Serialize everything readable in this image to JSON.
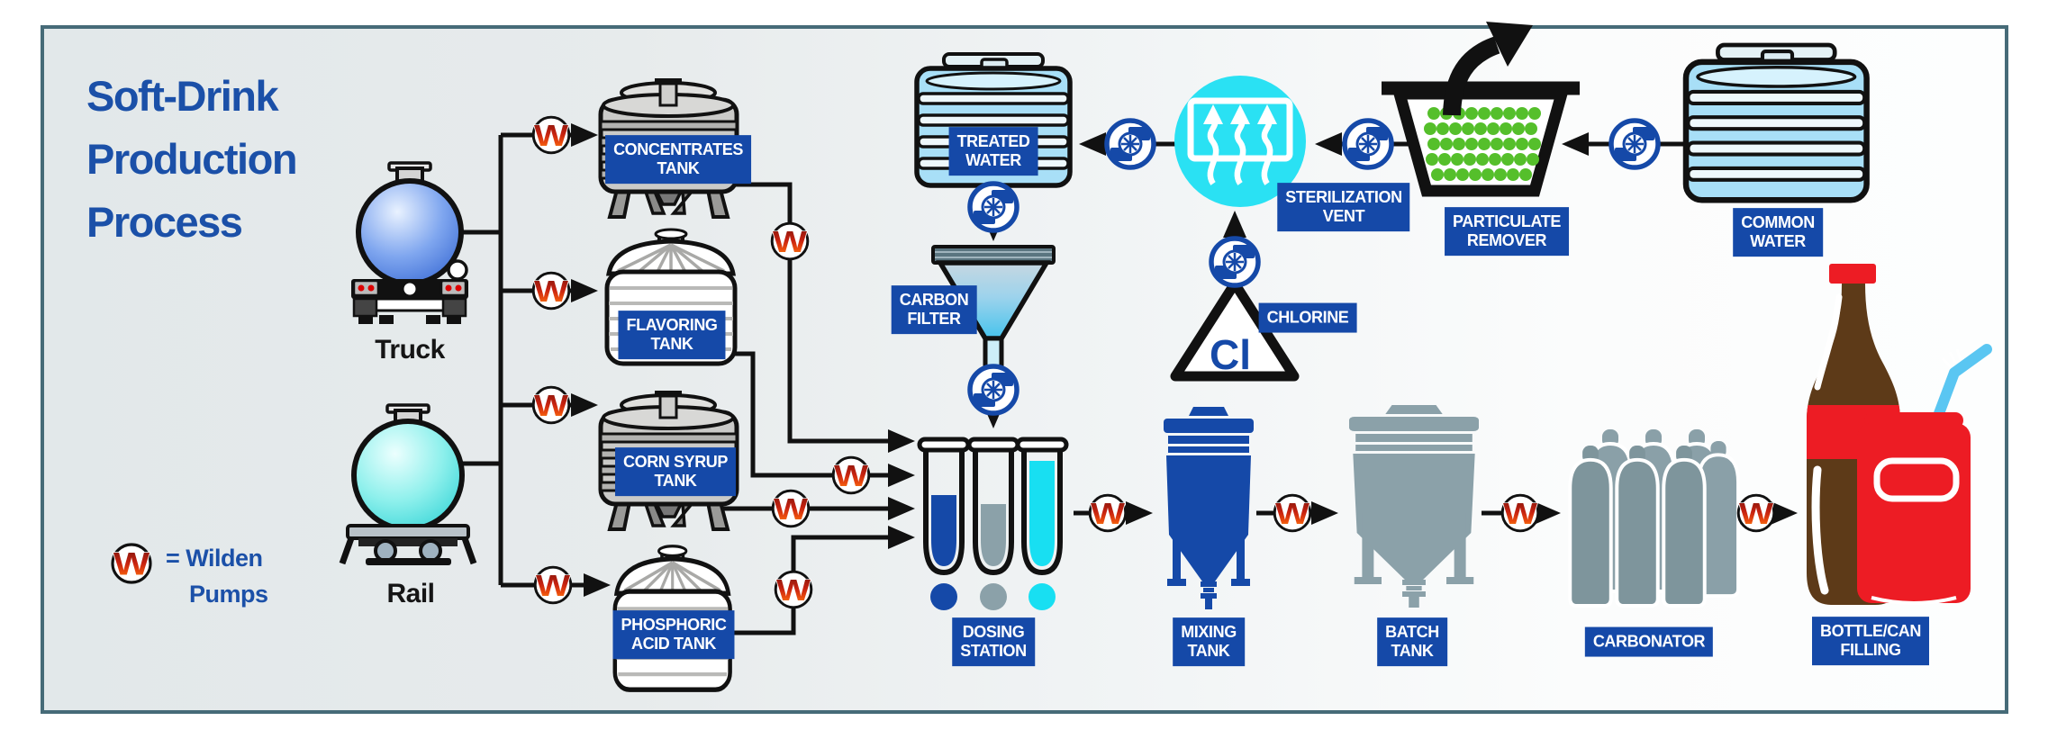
{
  "title": {
    "line1": "Soft-Drink",
    "line2": "Production",
    "line3": "Process"
  },
  "legend": {
    "symbol_letter": "W",
    "equals_text": "= Wilden",
    "pumps_text": "Pumps"
  },
  "sources": {
    "truck_label": "Truck",
    "rail_label": "Rail"
  },
  "labels": {
    "concentrates_tank": "CONCENTRATES\nTANK",
    "flavoring_tank": "FLAVORING\nTANK",
    "corn_syrup_tank": "CORN SYRUP\nTANK",
    "phosphoric_acid_tank": "PHOSPHORIC\nACID TANK",
    "treated_water": "TREATED\nWATER",
    "carbon_filter": "CARBON\nFILTER",
    "sterilization_vent": "STERILIZATION\nVENT",
    "chlorine": "CHLORINE",
    "chlorine_symbol": "Cl",
    "particulate_remover": "PARTICULATE\nREMOVER",
    "common_water": "COMMON\nWATER",
    "dosing_station": "DOSING\nSTATION",
    "mixing_tank": "MIXING\nTANK",
    "batch_tank": "BATCH\nTANK",
    "carbonator": "CARBONATOR",
    "bottle_can_filling": "BOTTLE/CAN\nFILLING"
  },
  "colors": {
    "badge_blue": "#1549a8",
    "title_blue": "#1b50a8",
    "frame_border": "#466b78",
    "wilden_red_top": "#7c150c",
    "wilden_orange_bottom": "#fb9a1e",
    "cyan_vent": "#2ae1f3",
    "green_particles": "#55bf2b",
    "mixing_blue": "#1549a8",
    "batch_gray": "#8ba1a9",
    "carbonator_gray": "#7e959c",
    "bottle_brown": "#5d3a18",
    "can_red": "#ed1c24",
    "straw_blue": "#5ac6f2",
    "water_light_blue": "#a8dff7",
    "tube_cyan": "#18dff2"
  },
  "icons": [
    "wilden-pump-icon",
    "centrifugal-pump-icon",
    "tanker-truck-icon",
    "rail-tanker-icon",
    "storage-tank-icon",
    "dome-tank-icon",
    "water-tank-icon",
    "funnel-icon",
    "sterilization-vent-icon",
    "chlorine-triangle-icon",
    "particulate-basket-icon",
    "test-tubes-icon",
    "hopper-tank-icon",
    "gas-cylinders-icon",
    "bottle-icon",
    "can-icon"
  ]
}
